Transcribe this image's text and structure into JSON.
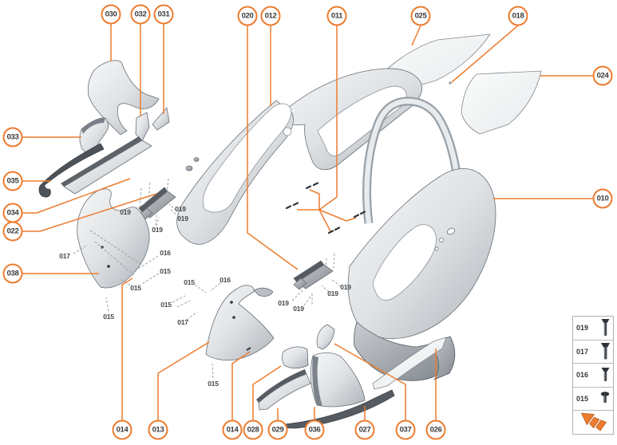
{
  "diagram_title": "",
  "colors": {
    "accent": "#ED7C2F",
    "part_light": "#E3E6EA",
    "part_dark": "#565B61",
    "label_text": "#3A3A3A",
    "dashed_line": "#9AA0A5"
  },
  "callouts": [
    "030",
    "032",
    "031",
    "020",
    "012",
    "011",
    "025",
    "018",
    "024",
    "010",
    "033",
    "035",
    "034",
    "022",
    "038",
    "014",
    "013",
    "014",
    "028",
    "029",
    "036",
    "027",
    "037",
    "026"
  ],
  "fastener_labels": [
    "019",
    "019",
    "019",
    "019",
    "019",
    "019",
    "019",
    "019",
    "017",
    "017",
    "016",
    "016",
    "015",
    "015",
    "015",
    "015",
    "015",
    "015"
  ],
  "legend": {
    "rows": [
      {
        "label": "019",
        "icon": "countersunk-bolt-long-icon"
      },
      {
        "label": "017",
        "icon": "countersunk-bolt-long-icon"
      },
      {
        "label": "016",
        "icon": "countersunk-bolt-medium-icon"
      },
      {
        "label": "015",
        "icon": "pan-head-screw-short-icon"
      },
      {
        "label": "",
        "icon": "direction-arrow-icon"
      }
    ]
  }
}
